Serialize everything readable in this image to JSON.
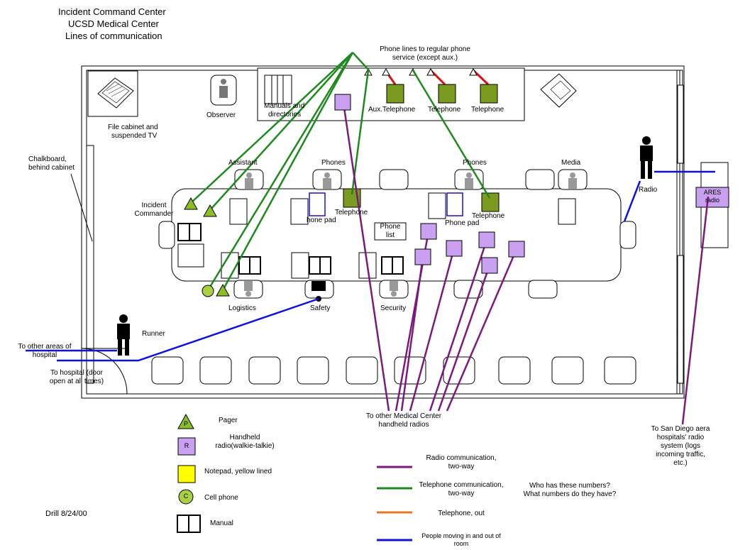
{
  "title_lines": [
    "Incident Command Center",
    "UCSD Medical Center",
    "Lines of communication"
  ],
  "labels": {
    "phone_lines": [
      "Phone lines to regular phone",
      "service (except aux.)"
    ],
    "observer": "Observer",
    "manuals": [
      "Manuals and",
      "directories"
    ],
    "aux_telephone": "Aux.Telephone",
    "telephone_1": "Telephone",
    "telephone_2": "Telephone",
    "file_cabinet": [
      "File cabinet and",
      "suspended TV"
    ],
    "chalkboard": [
      "Chalkboard,",
      "behind cabinet"
    ],
    "assistant": "Assistant",
    "phones_1": "Phones",
    "phones_2": "Phones",
    "media": "Media",
    "radio": "Radio",
    "ares_radio": [
      "ARES",
      "radio"
    ],
    "incident_commander": [
      "Incident",
      "Commander"
    ],
    "telephone_table_1": "Telephone",
    "phone_pad_1": "hone pad",
    "phone_list": [
      "Phone",
      "list"
    ],
    "phone_pad_2": "Phone pad",
    "telephone_table_2": "Telephone",
    "logistics": "Logistics",
    "safety": "Safety",
    "security": "Security",
    "runner": "Runner",
    "other_areas": [
      "To other areas of",
      "hospital"
    ],
    "to_hospital": [
      "To hospital (door",
      "open at all times)"
    ],
    "other_radios": [
      "To other Medical Center",
      "handheld radios"
    ],
    "san_diego": [
      "To San Diego aera",
      "hospitals' radio",
      "system (logs",
      "incoming traffic,",
      "etc.)"
    ],
    "drill": "Drill 8/24/00",
    "who_has": [
      "Who has these numbers?",
      "What numbers do they have?"
    ]
  },
  "icon_letters": {
    "pager": "P",
    "radio": "R",
    "cell": "C"
  },
  "legend": {
    "pager": "Pager",
    "handheld": [
      "Handheld",
      "radio(walkie-talkie)"
    ],
    "notepad": "Notepad, yellow lined",
    "cell": "Cell phone",
    "manual": "Manual",
    "radio_comm": [
      "Radio communication,",
      "two-way"
    ],
    "tel_comm": [
      "Telephone communication,",
      "two-way"
    ],
    "tel_out": "Telephone, out",
    "people": [
      "People moving in and out of",
      "room"
    ]
  },
  "colors": {
    "radio": "#7B1A7B",
    "telephone": "#1E8A1E",
    "telephone_out": "#E87722",
    "people": "#1010E0",
    "pager": "#8CBF26",
    "handheld": "#C9A0F0",
    "notepad": "#FFFF00",
    "phone_set": "#7A9A20",
    "cell": "#A8D040",
    "red": "#E01010"
  }
}
